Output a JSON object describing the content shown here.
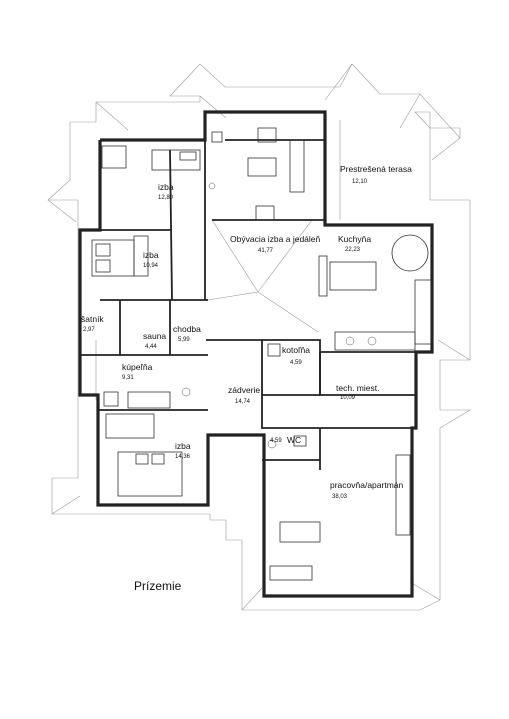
{
  "title": "Prízemie",
  "rooms": [
    {
      "id": "izba-1",
      "name": "izba",
      "area": "12,80"
    },
    {
      "id": "terasa",
      "name": "Prestrešená terasa",
      "area": "12,10"
    },
    {
      "id": "obyvacia",
      "name": "Obývacia izba a jedáleň",
      "area": "41,77"
    },
    {
      "id": "kuchyna",
      "name": "Kuchyňa",
      "area": "22,23"
    },
    {
      "id": "izba-2",
      "name": "izba",
      "area": "10,94"
    },
    {
      "id": "satnik",
      "name": "šatník",
      "area": "2,97"
    },
    {
      "id": "sauna",
      "name": "sauna",
      "area": "4,44"
    },
    {
      "id": "chodba",
      "name": "chodba",
      "area": "5,99"
    },
    {
      "id": "kotolna",
      "name": "kotoľňa",
      "area": "4,59"
    },
    {
      "id": "kupelna",
      "name": "kúpeľňa",
      "area": "9,31"
    },
    {
      "id": "zadverie",
      "name": "zádverie",
      "area": "14,74"
    },
    {
      "id": "tech",
      "name": "tech. miest.",
      "area": "10,09"
    },
    {
      "id": "wc",
      "name": "WC",
      "area": "4,59"
    },
    {
      "id": "izba-3",
      "name": "izba",
      "area": "14,36"
    },
    {
      "id": "pracovna",
      "name": "pracovňa/apartmán",
      "area": "38,03"
    }
  ]
}
